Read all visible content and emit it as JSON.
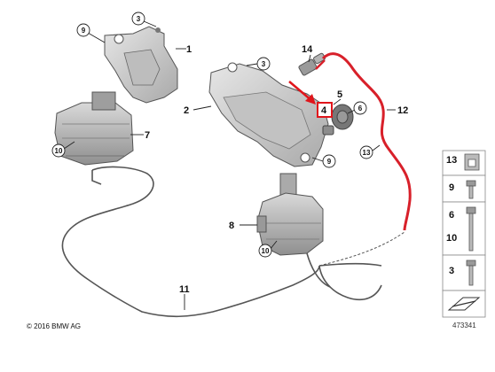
{
  "parts": {
    "p1": "1",
    "p2": "2",
    "p3a": "3",
    "p3b": "3",
    "p4": "4",
    "p5": "5",
    "p6": "6",
    "p7": "7",
    "p8": "8",
    "p9a": "9",
    "p9b": "9",
    "p10a": "10",
    "p10b": "10",
    "p11": "11",
    "p12": "12",
    "p13": "13",
    "p14": "14"
  },
  "side_panel": {
    "item1": "13",
    "item2": "9",
    "item3a": "6",
    "item3b": "10",
    "item4": "3"
  },
  "copyright": "© 2016 BMW AG",
  "ref_number": "473341",
  "colors": {
    "highlight_box": "#e0151b",
    "arrow": "#e0151b",
    "vacuum_line": "#d8202a",
    "part_fill": "#d2d2d2",
    "part_stroke": "#555555"
  }
}
